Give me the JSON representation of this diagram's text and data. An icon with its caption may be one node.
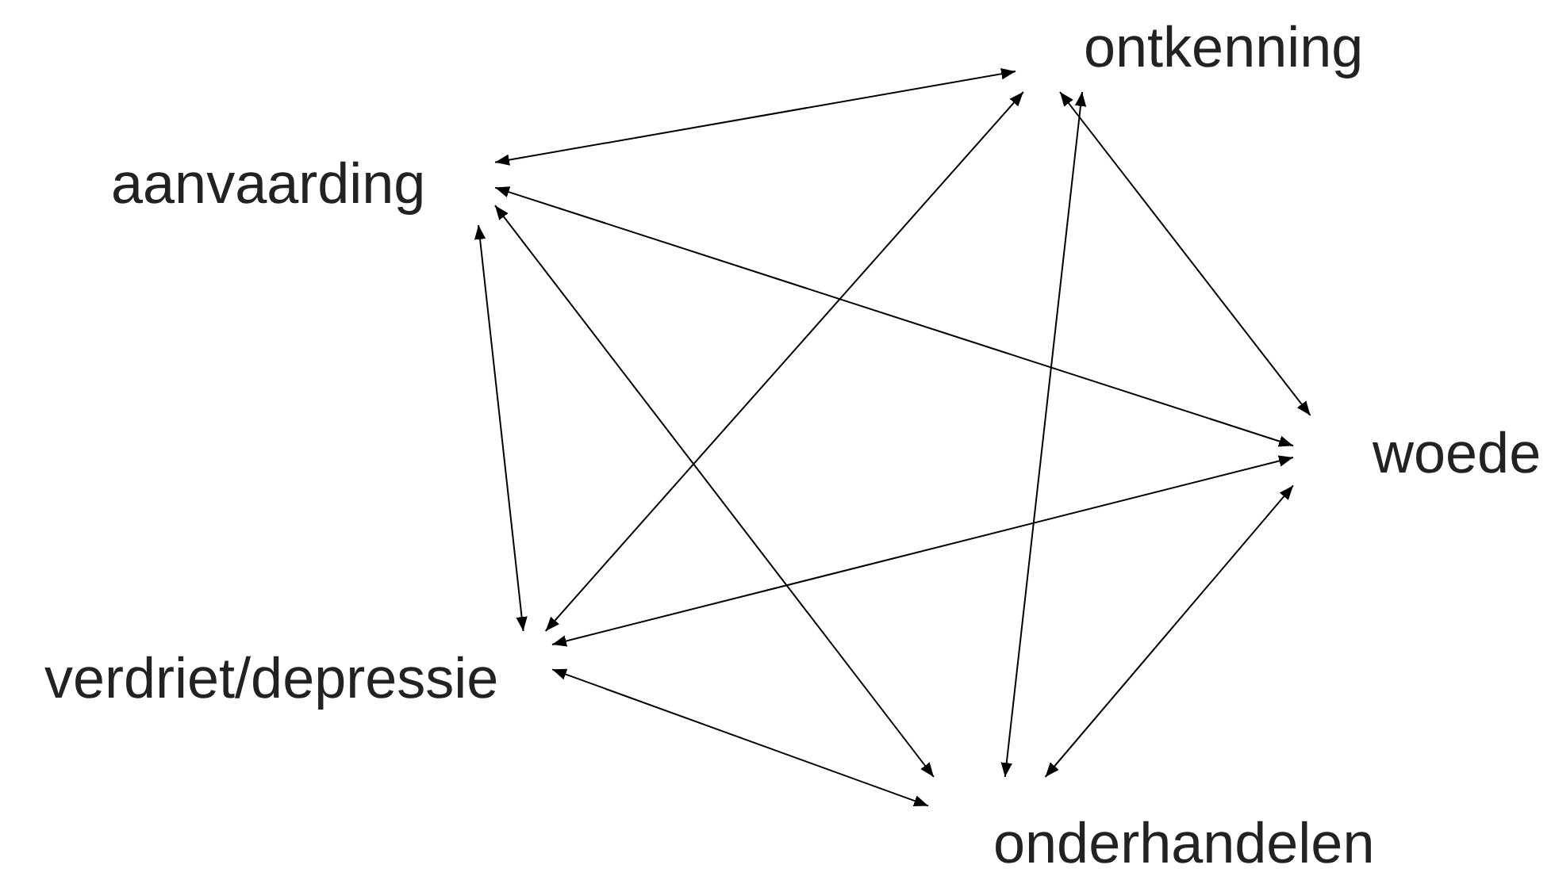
{
  "diagram": {
    "nodes": [
      {
        "text": [
          "ontkenning"
        ]
      },
      {
        "text": [
          "aanvaarding"
        ]
      },
      {
        "text": [
          "woede"
        ]
      },
      {
        "text": [
          "verdriet/depressie"
        ]
      },
      {
        "text": [
          "onderhandelen"
        ]
      }
    ],
    "edges": [
      {
        "from": 0,
        "to": 1,
        "arrow": "both"
      },
      {
        "from": 0,
        "to": 2,
        "arrow": "both"
      },
      {
        "from": 0,
        "to": 3,
        "arrow": "both"
      },
      {
        "from": 0,
        "to": 4,
        "arrow": "both"
      },
      {
        "from": 1,
        "to": 2,
        "arrow": "both"
      },
      {
        "from": 1,
        "to": 3,
        "arrow": "both"
      },
      {
        "from": 1,
        "to": 4,
        "arrow": "both"
      },
      {
        "from": 2,
        "to": 3,
        "arrow": "both"
      },
      {
        "from": 2,
        "to": 4,
        "arrow": "both"
      },
      {
        "from": 3,
        "to": 4,
        "arrow": "both"
      }
    ]
  }
}
